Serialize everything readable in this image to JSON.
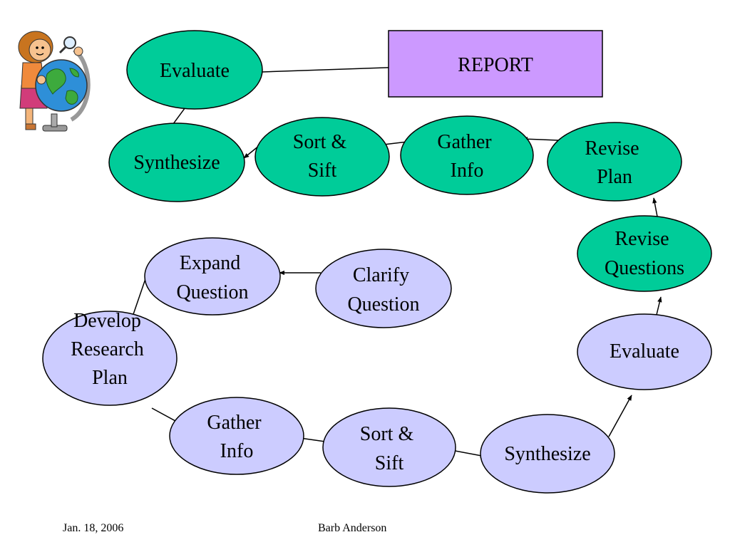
{
  "colors": {
    "green_node": "#00CC99",
    "lavender_node": "#CCCCFF",
    "report_box": "#CC99FF",
    "outline": "#000000",
    "arrow": "#000000"
  },
  "nodes": {
    "evaluate_top": {
      "lines": [
        "Evaluate"
      ]
    },
    "report": {
      "lines": [
        "REPORT"
      ]
    },
    "synthesize_top": {
      "lines": [
        "Synthesize"
      ]
    },
    "sort_sift_top": {
      "lines": [
        "Sort &",
        "Sift"
      ]
    },
    "gather_info_top": {
      "lines": [
        "Gather",
        "Info"
      ]
    },
    "revise_plan": {
      "lines": [
        "Revise",
        "Plan"
      ]
    },
    "revise_questions": {
      "lines": [
        "Revise",
        "Questions"
      ]
    },
    "expand_question": {
      "lines": [
        "Expand",
        "Question"
      ]
    },
    "clarify_question": {
      "lines": [
        "Clarify",
        "Question"
      ]
    },
    "develop_plan": {
      "lines": [
        "Develop",
        "Research",
        "Plan"
      ]
    },
    "evaluate_right": {
      "lines": [
        "Evaluate"
      ]
    },
    "gather_info_bottom": {
      "lines": [
        "Gather",
        "Info"
      ]
    },
    "sort_sift_bottom": {
      "lines": [
        "Sort &",
        "Sift"
      ]
    },
    "synthesize_bottom": {
      "lines": [
        "Synthesize"
      ]
    }
  },
  "clipart": {
    "icon": "girl-with-globe-icon"
  },
  "footer": {
    "date": "Jan. 18, 2006",
    "author": "Barb Anderson"
  }
}
